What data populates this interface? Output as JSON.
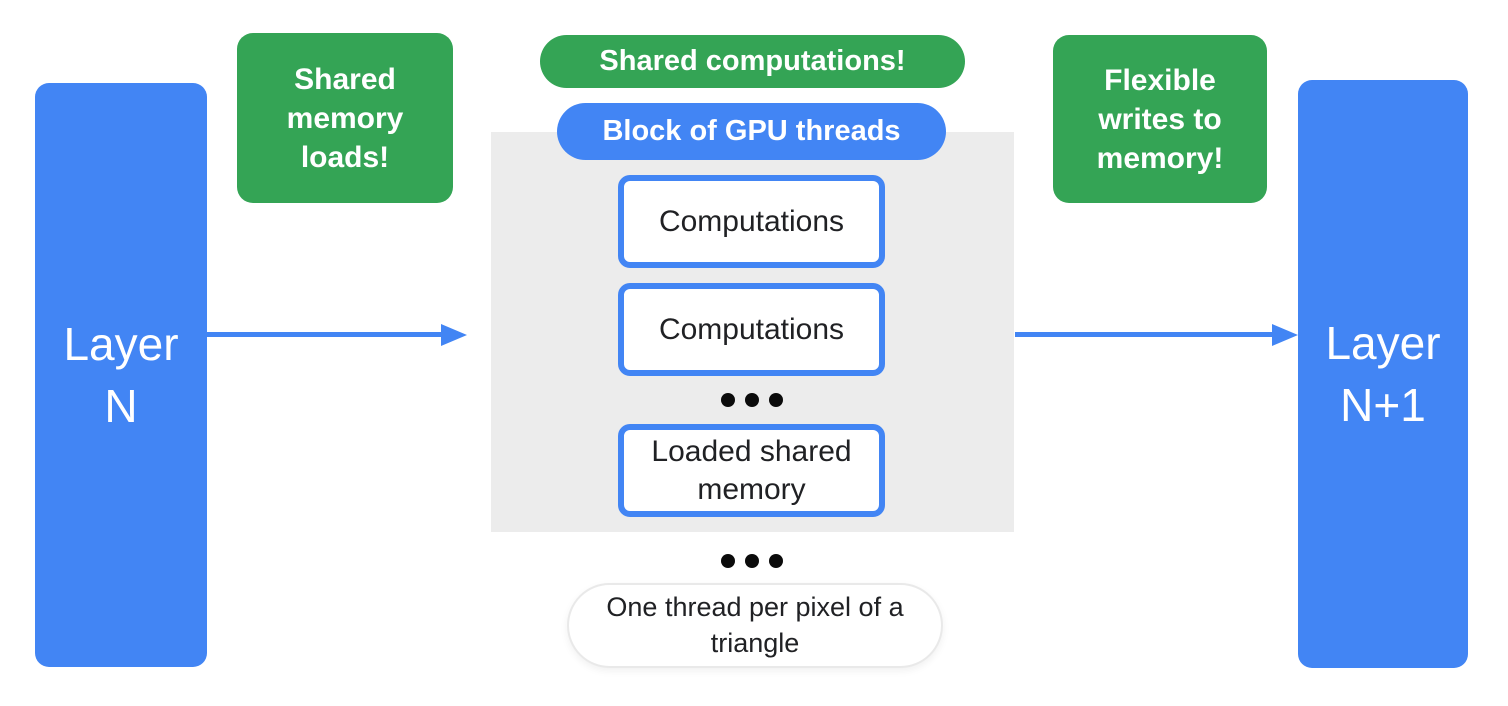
{
  "diagram": {
    "title_semantics": "GPU shading pipeline diagram",
    "layers": {
      "layer_n": {
        "label": "Layer\nN"
      },
      "layer_n_plus_1": {
        "label": "Layer\nN+1"
      }
    },
    "callouts": {
      "shared_memory_loads": "Shared memory loads!",
      "shared_computations": "Shared computations!",
      "flexible_writes": "Flexible writes to memory!"
    },
    "gpu_block": {
      "title": "Block of GPU threads",
      "items": [
        "Computations",
        "Computations",
        "Loaded shared memory"
      ]
    },
    "footnote": "One thread per pixel of a triangle",
    "icons": {
      "ellipsis_inside_block": "three-dots-horizontal",
      "ellipsis_below_block": "three-dots-horizontal",
      "arrow_left": "right-arrow",
      "arrow_right": "right-arrow"
    },
    "colors": {
      "blue": "#4285F4",
      "green": "#34A455",
      "panel_gray": "#ECECEC",
      "text_dark": "#202124",
      "background": "#FFFFFF"
    }
  }
}
